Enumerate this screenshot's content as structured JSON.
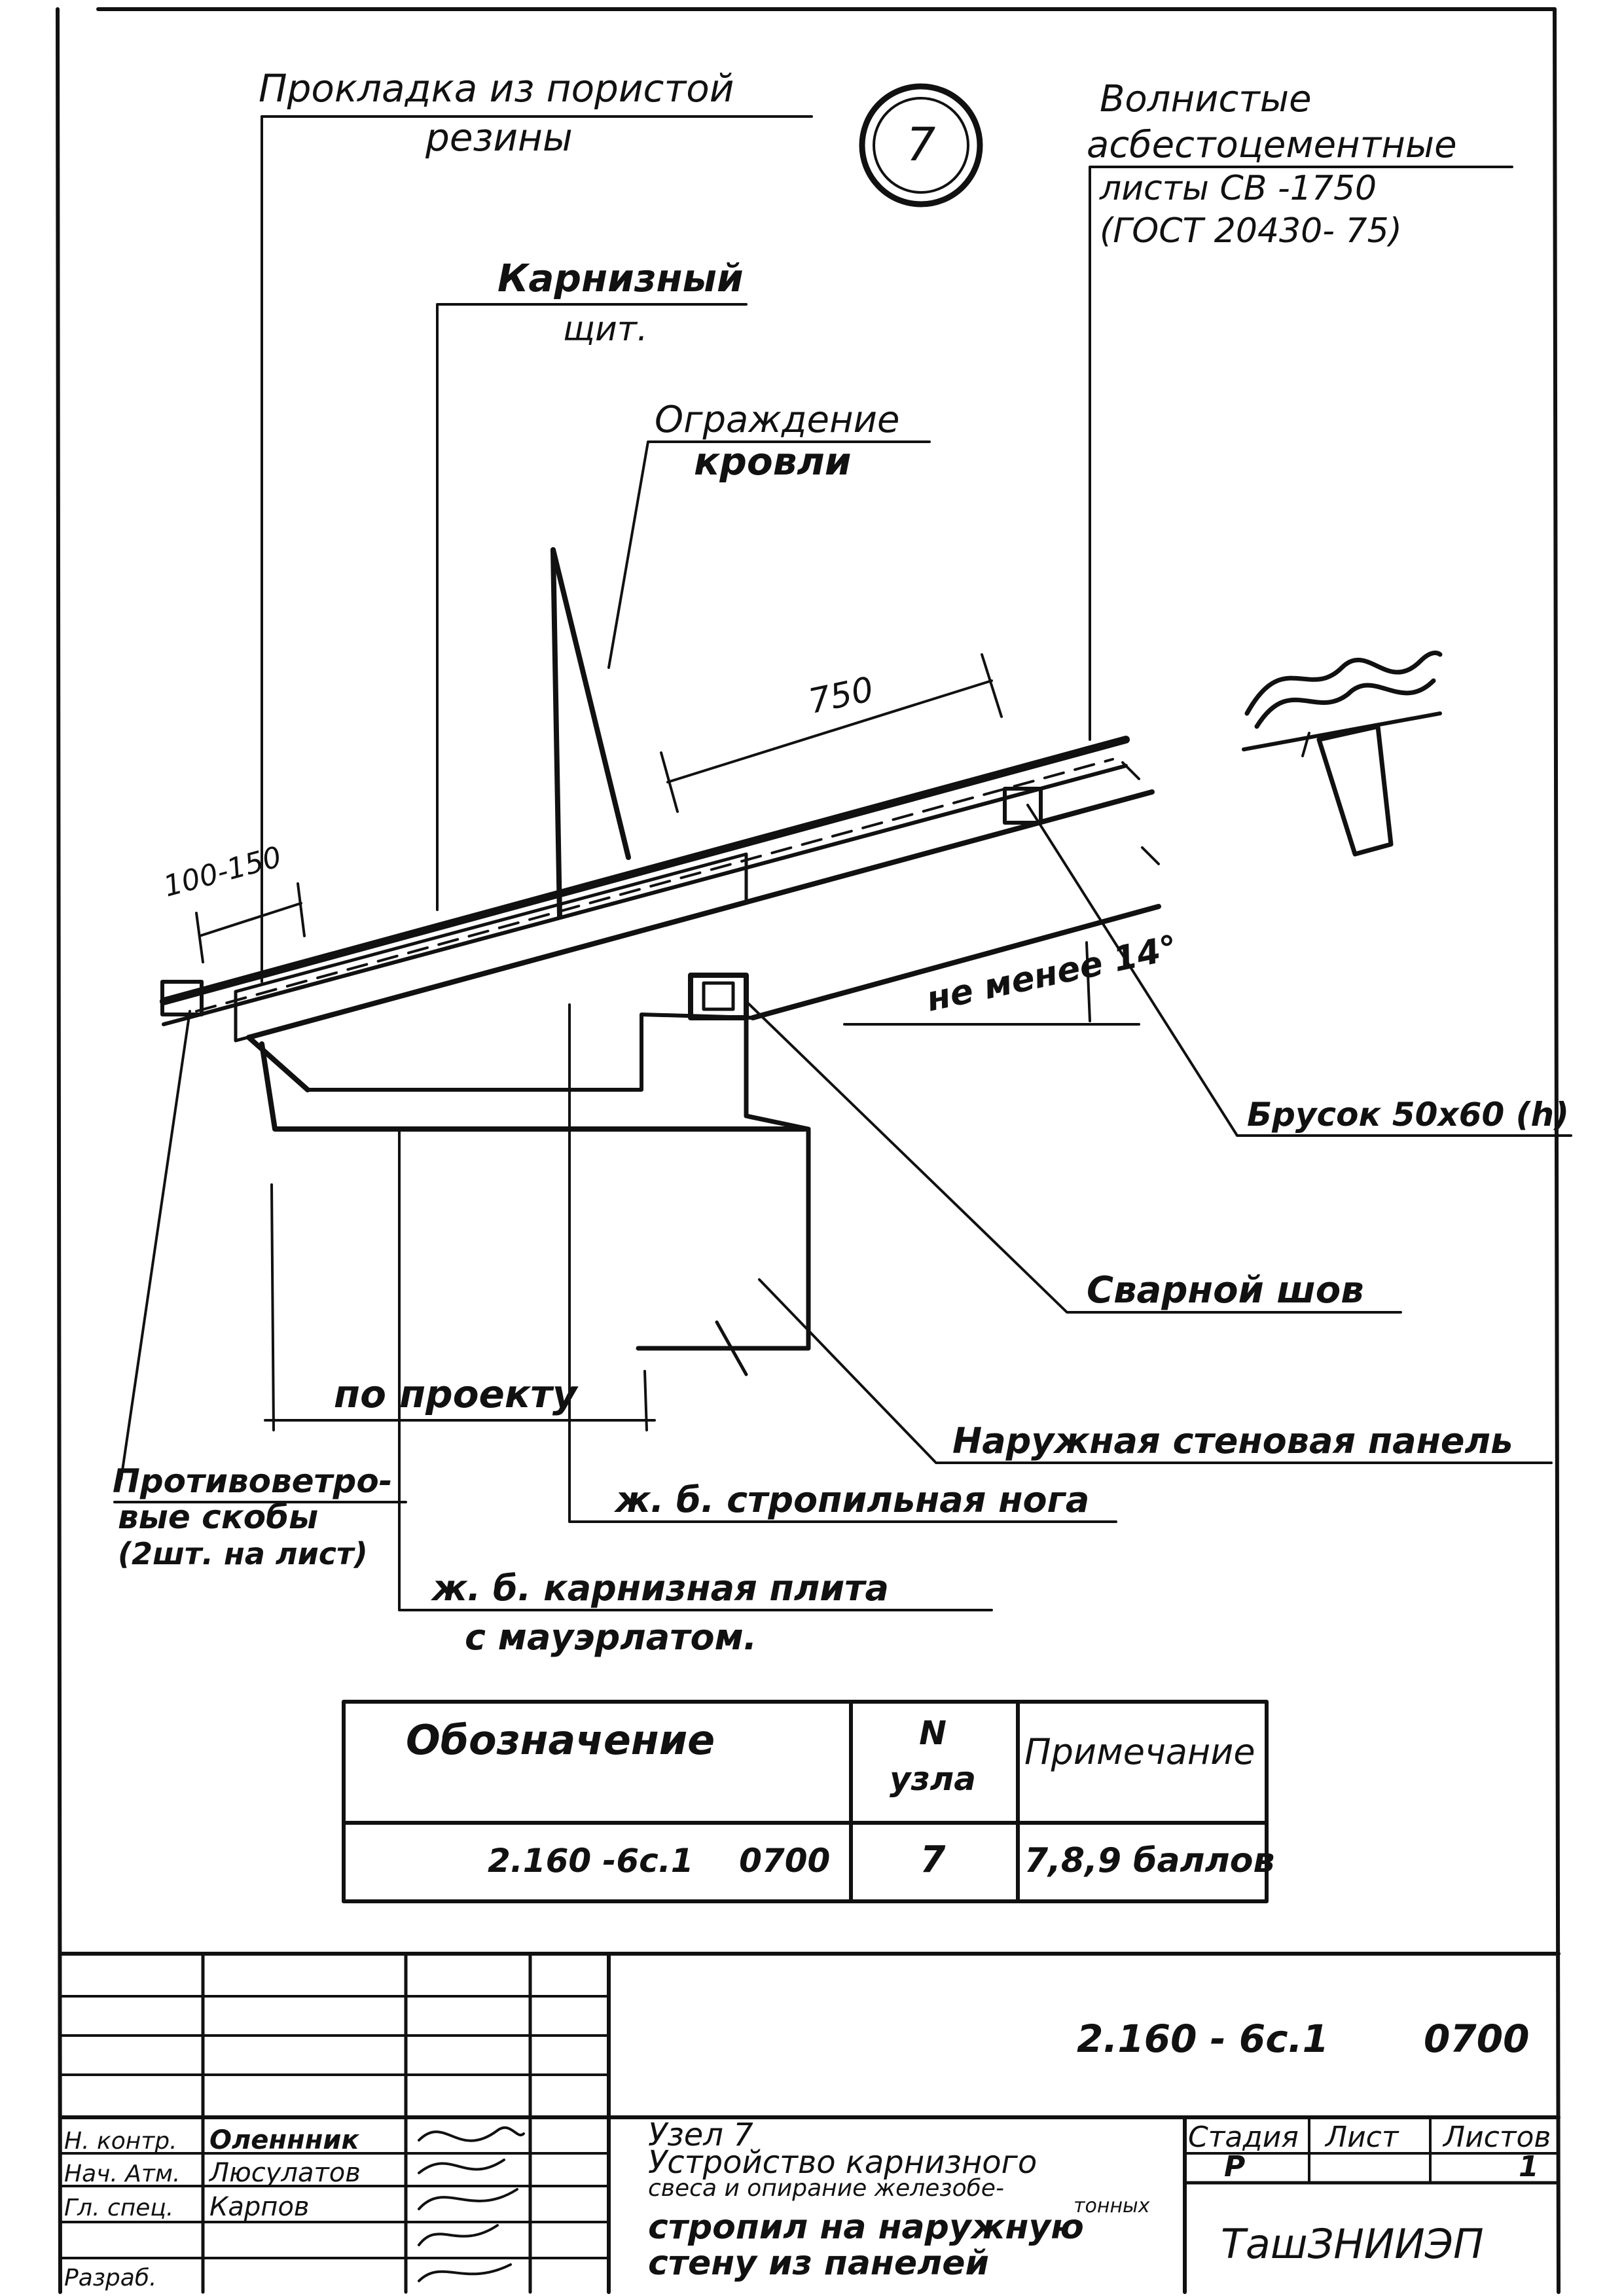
{
  "drawing": {
    "node_number": "7",
    "labels": {
      "gasket": [
        "Прокладка из пористой",
        "резины"
      ],
      "sheets": [
        "Волнистые",
        "асбестоцементные",
        "листы СВ -1750",
        "(ГОСТ 20430- 75)"
      ],
      "eave_board": [
        "Карнизный",
        "щит."
      ],
      "roof_fence": [
        "Ограждение",
        "кровли"
      ],
      "timber": "Брусок 50х60 (h)",
      "weld": "Сварной шов",
      "wall_panel": "Наружная стеновая панель",
      "rafter": "ж. б. стропильная нога",
      "wind_clips": [
        "Противоветро-",
        "вые скобы",
        "(2шт. на лист)"
      ],
      "eave_slab": [
        "ж. б. карнизная плита",
        "с мауэрлатом."
      ]
    },
    "dimensions": {
      "spacing": "750",
      "overhang": "100-150",
      "slope": "не менее 14°",
      "by_project": "по проекту"
    }
  },
  "spec_table": {
    "headers": {
      "designation": "Обозначение",
      "node_no": [
        "N",
        "узла"
      ],
      "note": "Примечание"
    },
    "row": {
      "designation": "2.160 -6с.1    0700",
      "node_no": "7",
      "note": "7,8,9 баллов"
    }
  },
  "title_block": {
    "code": "2.160 - 6с.1",
    "code_number": "0700",
    "title": [
      "Узел 7",
      "Устройство карнизного",
      "свеса и опирание железобе-",
      "тонных",
      "стропил на наружную",
      "стену из панелей"
    ],
    "stage_label": "Стадия",
    "sheet_label": "Лист",
    "sheets_label": "Листов",
    "stage": "Р",
    "sheet": "",
    "sheets": "1",
    "org": "ТашЗНИИЭП",
    "roles": [
      {
        "role": "Н. контр.",
        "name": "Оленнник"
      },
      {
        "role": "Нач. Атм.",
        "name": "Люсулатов"
      },
      {
        "role": "Гл. спец.",
        "name": "Карпов"
      },
      {
        "role": "",
        "name": ""
      },
      {
        "role": "Разраб.",
        "name": ""
      }
    ]
  }
}
